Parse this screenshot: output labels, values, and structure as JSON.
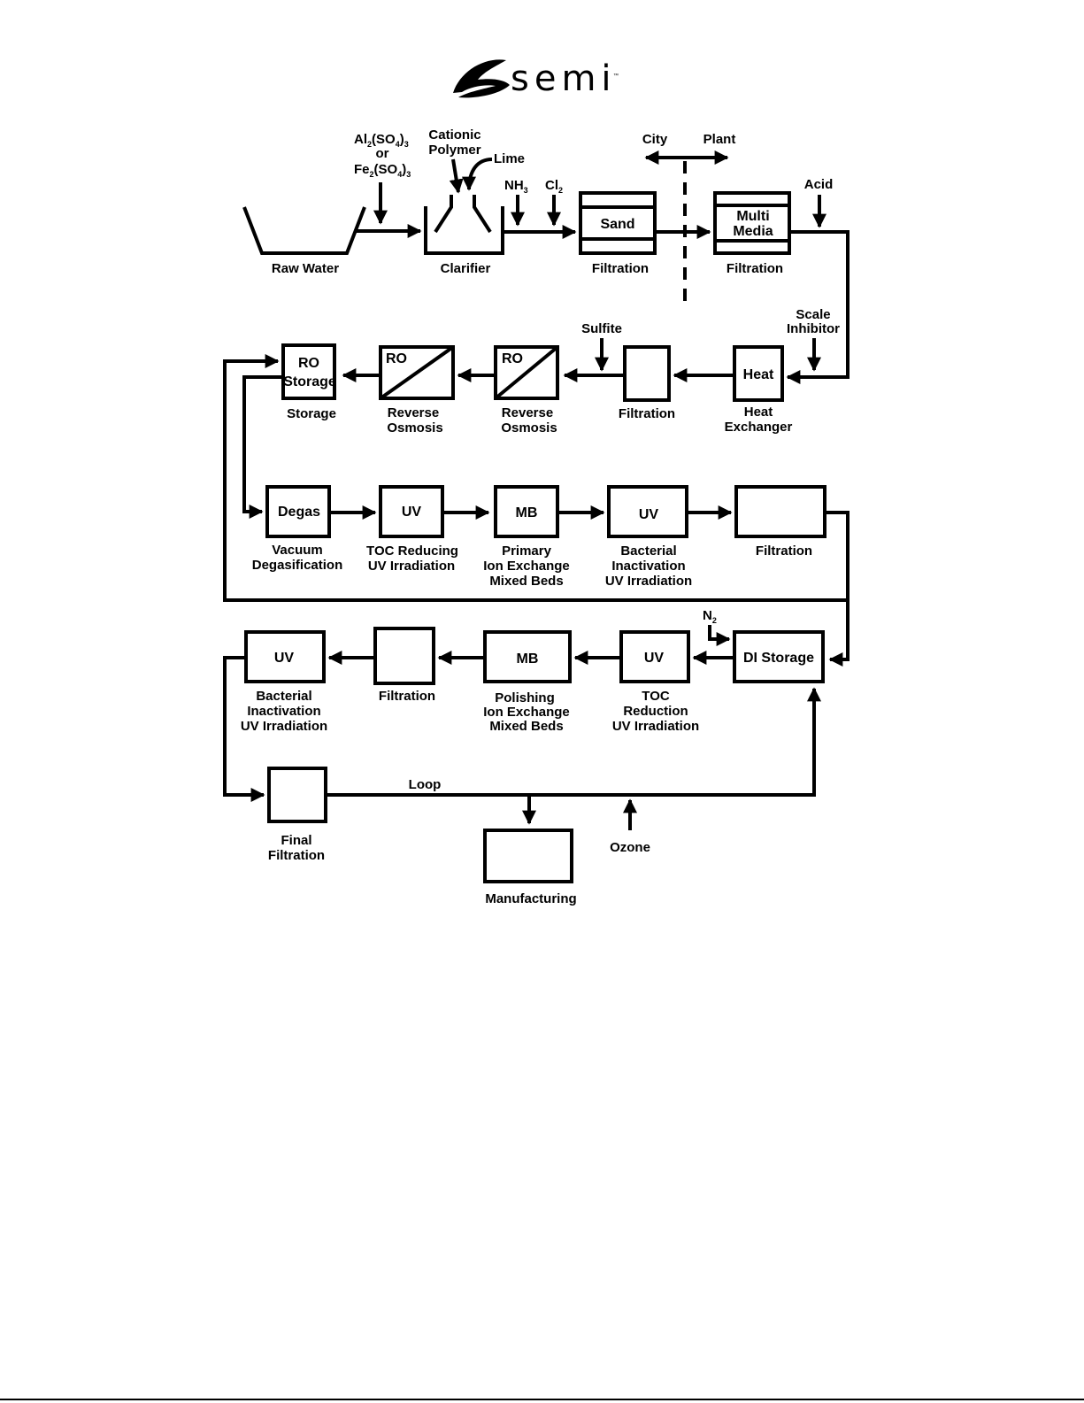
{
  "logo": {
    "wordmark": "semi",
    "trademark": "™"
  },
  "stage1": {
    "raw_water": "Raw Water",
    "chem_al": "Al",
    "chem_al_sub2": "2",
    "chem_al_so4": "(SO",
    "chem_al_sub4": "4",
    "chem_al_close": ")",
    "chem_al_sub3": "3",
    "chem_or": "or",
    "chem_fe": "Fe",
    "chem_fe_sub2": "2",
    "chem_fe_so4": "(SO",
    "chem_fe_sub4": "4",
    "chem_fe_close": ")",
    "chem_fe_sub3": "3",
    "cationic": "Cationic",
    "polymer": "Polymer",
    "lime": "Lime",
    "clarifier": "Clarifier",
    "nh3": "NH",
    "nh3_sub": "3",
    "cl2": "Cl",
    "cl2_sub": "2",
    "sand": "Sand",
    "filtration_a": "Filtration",
    "city": "City",
    "plant": "Plant",
    "multi": "Multi",
    "media": "Media",
    "filtration_b": "Filtration",
    "acid": "Acid"
  },
  "stage2": {
    "scale": "Scale",
    "inhibitor": "Inhibitor",
    "heat": "Heat",
    "heat_l1": "Heat",
    "heat_l2": "Exchanger",
    "filtration": "Filtration",
    "sulfite": "Sulfite",
    "ro_a": "RO",
    "ro_a_l1": "Reverse",
    "ro_a_l2": "Osmosis",
    "ro_b": "RO",
    "ro_b_l1": "Reverse",
    "ro_b_l2": "Osmosis",
    "ro_storage_1": "RO",
    "ro_storage_2": "Storage",
    "storage": "Storage"
  },
  "stage3": {
    "degas": "Degas",
    "degas_l1": "Vacuum",
    "degas_l2": "Degasification",
    "uv_a": "UV",
    "uv_a_l1": "TOC Reducing",
    "uv_a_l2": "UV Irradiation",
    "mb_a": "MB",
    "mb_a_l1": "Primary",
    "mb_a_l2": "Ion Exchange",
    "mb_a_l3": "Mixed Beds",
    "uv_b": "UV",
    "uv_b_l1": "Bacterial",
    "uv_b_l2": "Inactivation",
    "uv_b_l3": "UV Irradiation",
    "filtration": "Filtration"
  },
  "stage4": {
    "n2": "N",
    "n2_sub": "2",
    "di_storage": "DI Storage",
    "uv_c": "UV",
    "uv_c_l1": "TOC",
    "uv_c_l2": "Reduction",
    "uv_c_l3": "UV Irradiation",
    "mb_b": "MB",
    "mb_b_l1": "Polishing",
    "mb_b_l2": "Ion Exchange",
    "mb_b_l3": "Mixed Beds",
    "filtration": "Filtration",
    "uv_d": "UV",
    "uv_d_l1": "Bacterial",
    "uv_d_l2": "Inactivation",
    "uv_d_l3": "UV Irradiation"
  },
  "stage5": {
    "final_1": "Final",
    "final_2": "Filtration",
    "loop": "Loop",
    "manufacturing": "Manufacturing",
    "ozone": "Ozone"
  }
}
